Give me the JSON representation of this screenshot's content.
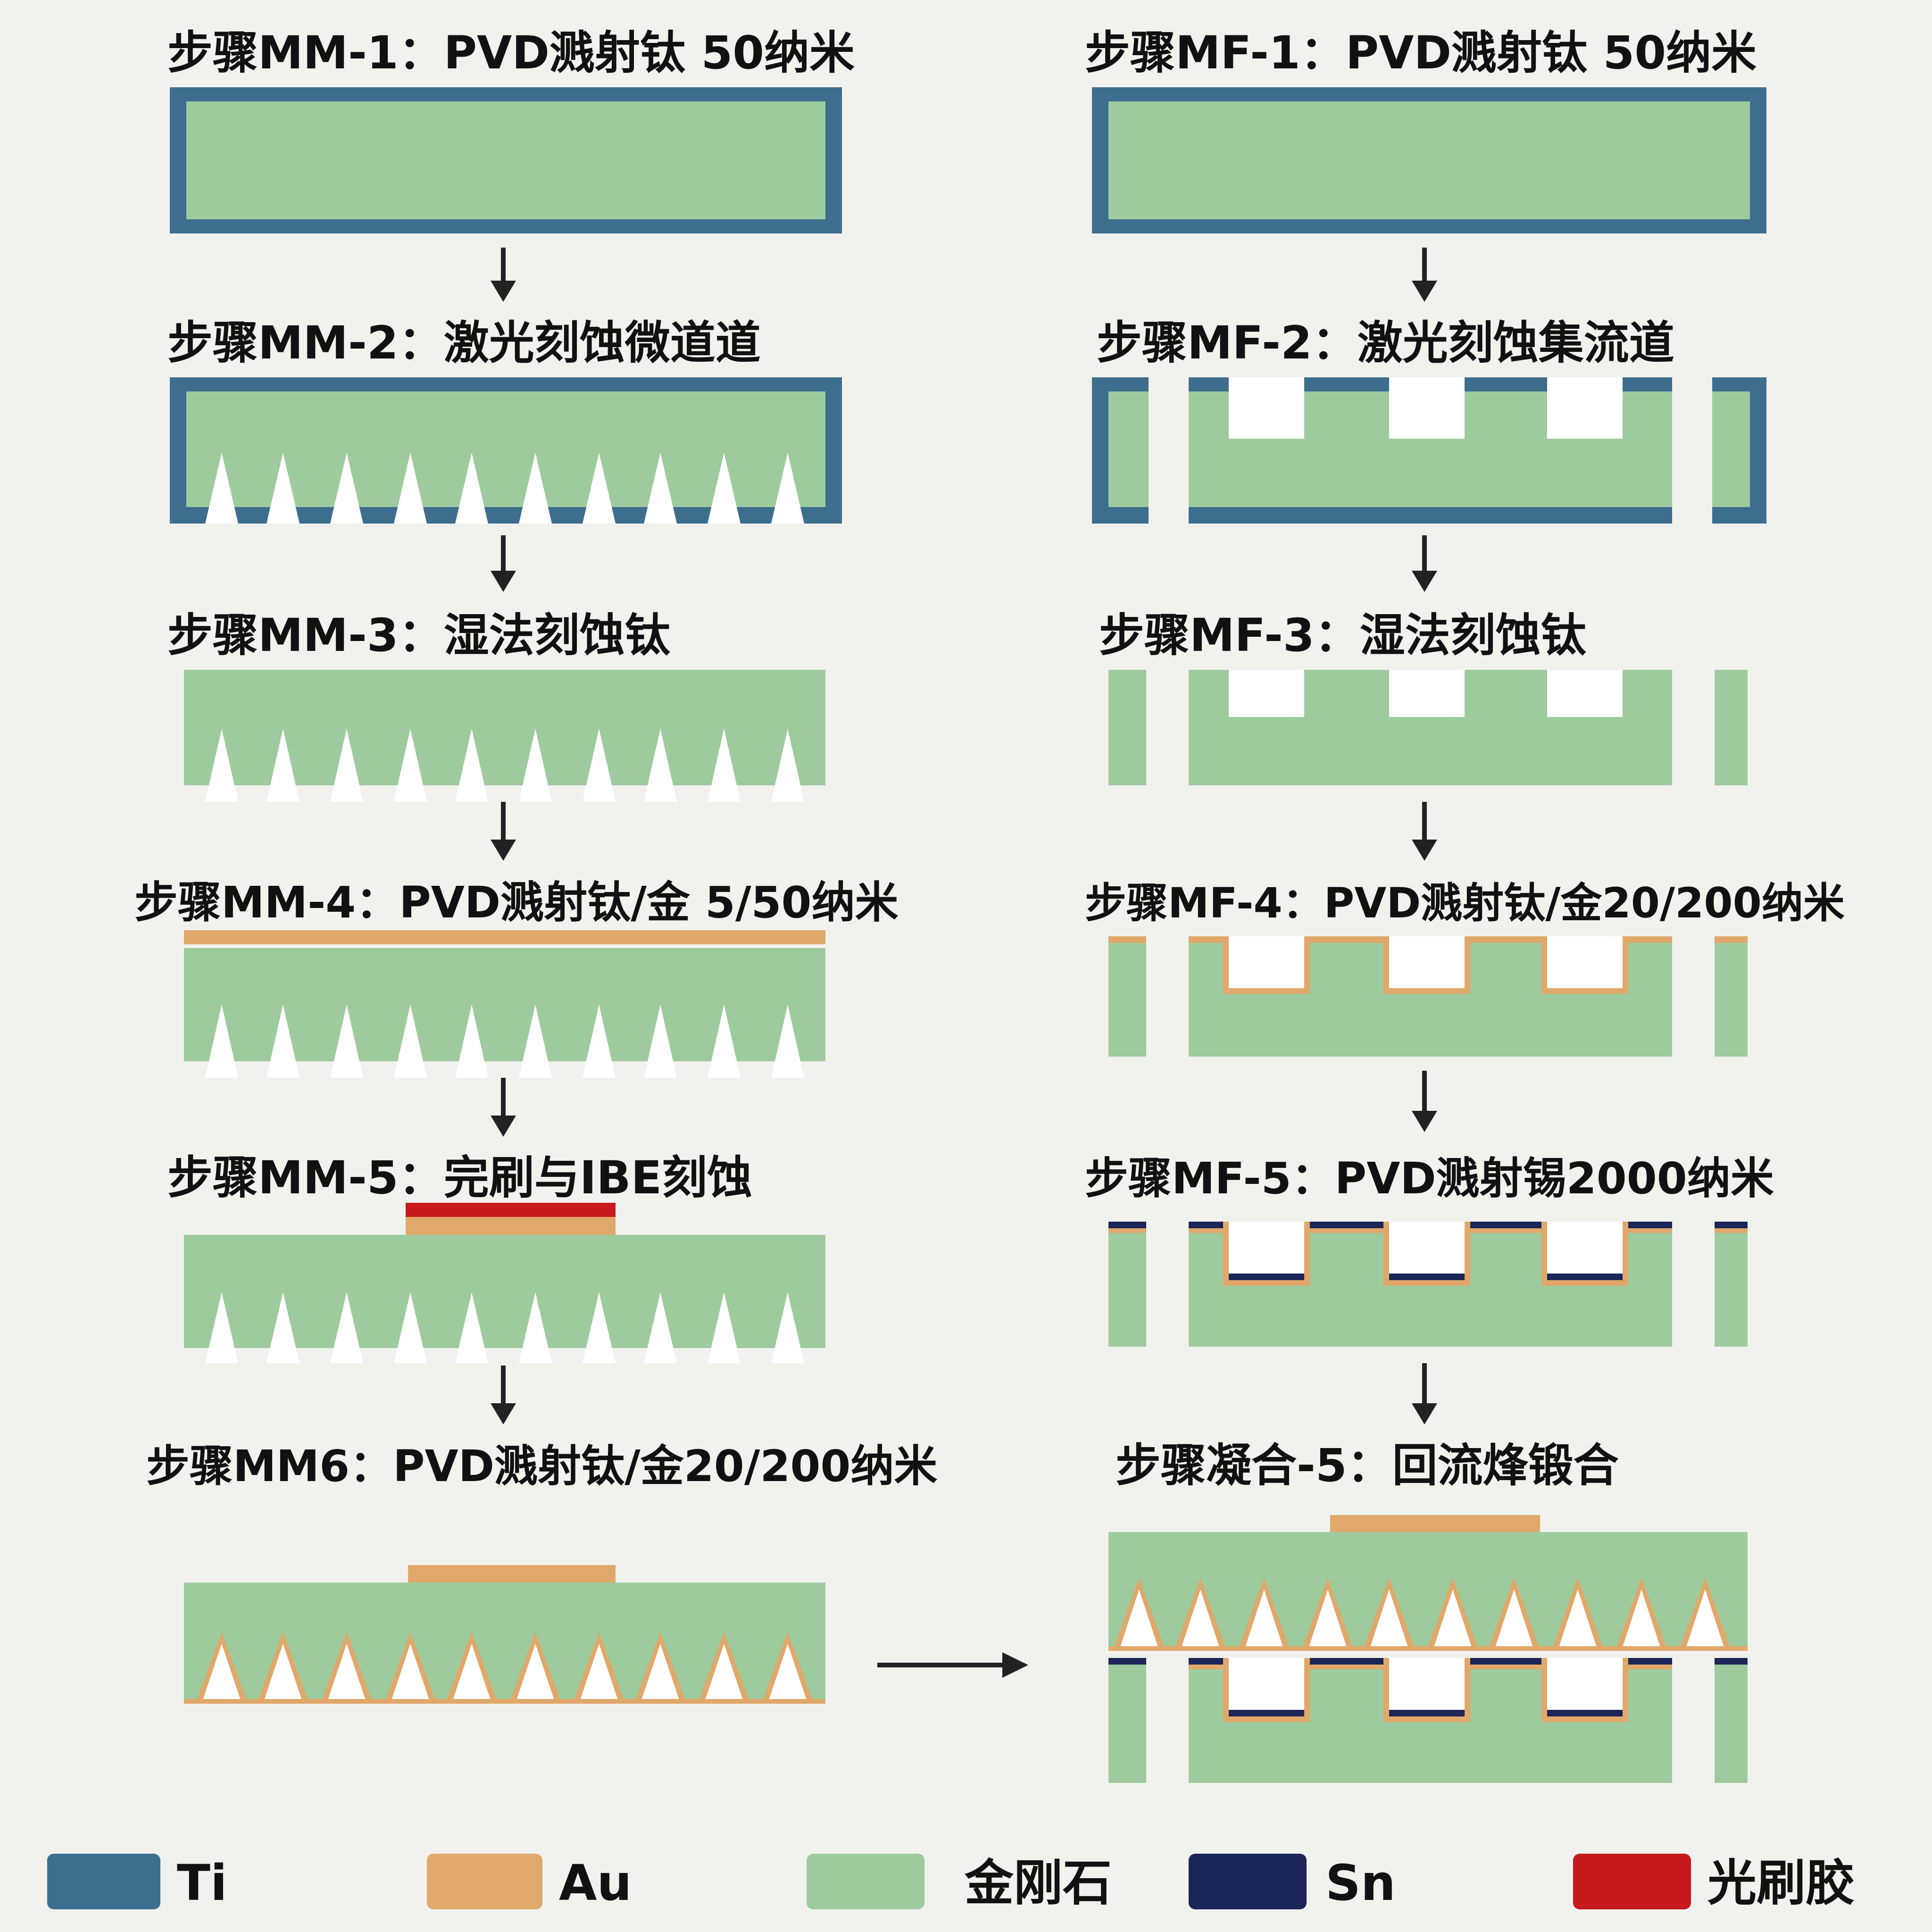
{
  "colors": {
    "background": "#f1f2ee",
    "ti": "#3d6e8e",
    "au": "#e0a86a",
    "diamond": "#9ecb9e",
    "sn": "#1c2558",
    "photoresist": "#c8191e",
    "arrow": "#222222",
    "cavity": "#ffffff"
  },
  "steps": {
    "mm1": "步骤MM-1：PVD溅射钛 50纳米",
    "mm2": "步骤MM-2：激光刻蚀微道道",
    "mm3": "步骤MM-3：湿法刻蚀钛",
    "mm4": "步骤MM-4：PVD溅射钛/金 5/50纳米",
    "mm5": "步骤MM-5：完刷与IBE刻蚀",
    "mm6": "步骤MM6：PVD溅射钛/金20/200纳米",
    "mf1": "步骤MF-1：PVD溅射钛 50纳米",
    "mf2": "步骤MF-2：激光刻蚀集流道",
    "mf3": "步骤MF-3：湿法刻蚀钛",
    "mf4": "步骤MF-4：PVD溅射钛/金20/200纳米",
    "mf5": "步骤MF-5：PVD溅射锡2000纳米",
    "bond": "步骤凝合-5：回流烽锻合"
  },
  "legend": [
    {
      "label": "Ti",
      "color": "#3d6e8e"
    },
    {
      "label": "Au",
      "color": "#e0a86a"
    },
    {
      "label": "金刚石",
      "color": "#9ecb9e"
    },
    {
      "label": "Sn",
      "color": "#1c2558"
    },
    {
      "label": "光刷胶",
      "color": "#c8191e"
    }
  ]
}
